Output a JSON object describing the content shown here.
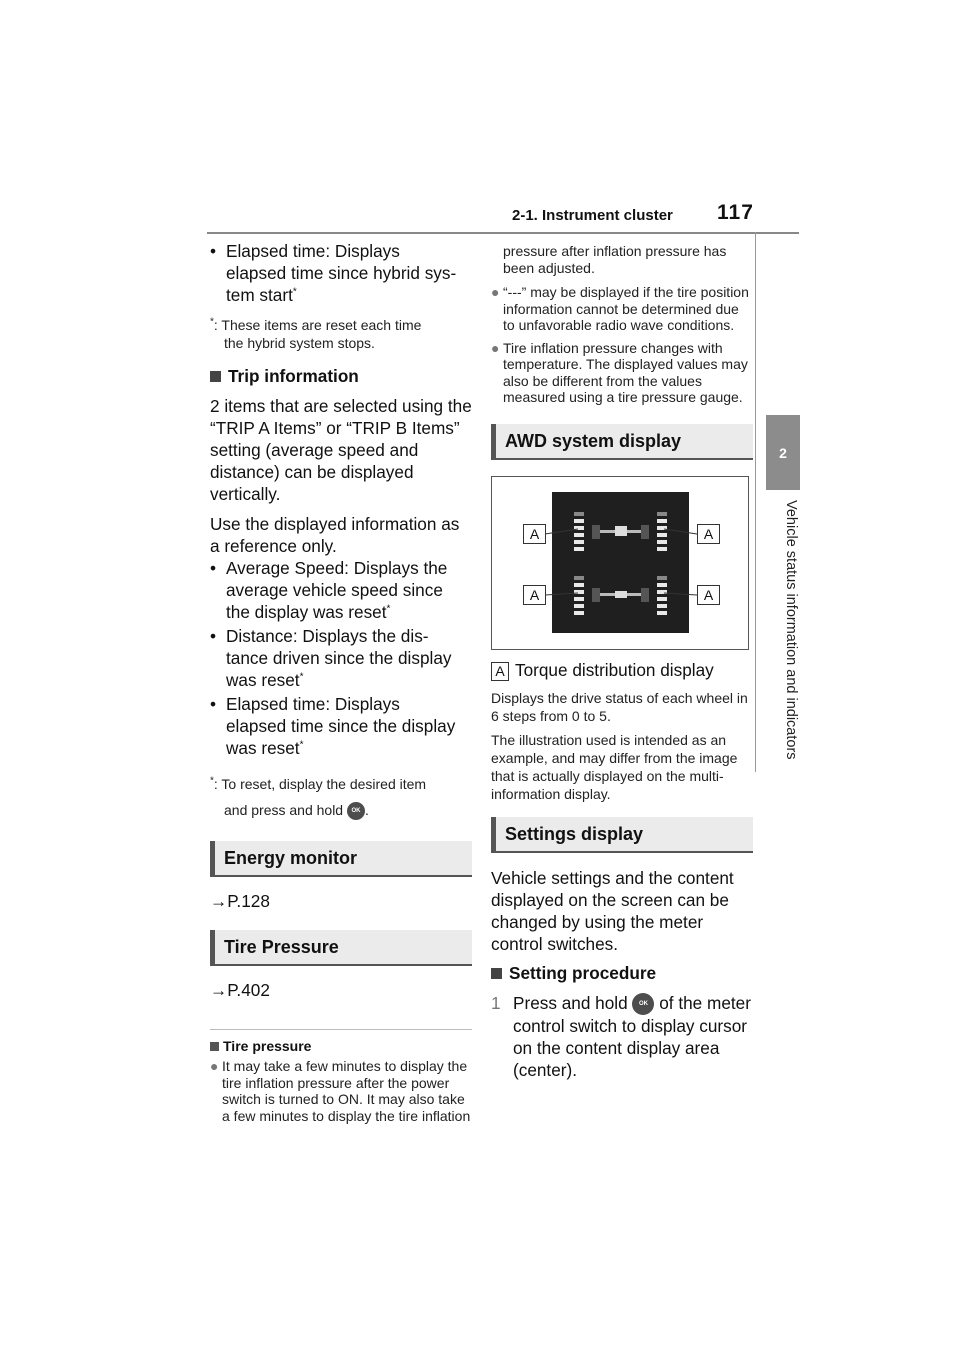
{
  "header": {
    "section": "2-1. Instrument cluster",
    "page_number": "117"
  },
  "side_tab": {
    "chapter_number": "2",
    "chapter_title": "Vehicle status information and indicators"
  },
  "col1": {
    "elapsed_start": {
      "line1": "Elapsed time: Displays",
      "line2": "elapsed time since hybrid sys-",
      "line3": "tem start"
    },
    "reset_note1": {
      "line1": ": These items are reset each time",
      "line2": "the hybrid system stops."
    },
    "trip_heading": "Trip information",
    "trip_p1": "2 items that are selected using the “TRIP A Items” or “TRIP B Items” setting (average speed and distance) can be displayed vertically.",
    "trip_p2": "Use the displayed information as a reference only.",
    "trip_bullets": [
      {
        "line1": "Average Speed: Displays the",
        "line2": "average vehicle speed since",
        "line3": "the display was reset"
      },
      {
        "line1": "Distance: Displays the dis-",
        "line2": "tance driven since the display",
        "line3": "was reset"
      },
      {
        "line1": "Elapsed time: Displays",
        "line2": "elapsed time since the display",
        "line3": "was reset"
      }
    ],
    "reset_note2": {
      "line1": ": To reset, display the desired item",
      "line2a": "and press and hold",
      "line2b": "."
    },
    "energy_heading": "Energy monitor",
    "energy_ref": "P.128",
    "tire_heading": "Tire Pressure",
    "tire_ref": "P.402",
    "tire_note_heading": "Tire pressure",
    "tire_note_bullet": "It may take a few minutes to display the tire inflation pressure after the power switch is turned to ON. It may also take a few minutes to display the tire inflation"
  },
  "col2": {
    "tire_continued": "pressure after inflation pressure has been adjusted.",
    "tire_bullets": [
      "“---” may be displayed if the tire position information cannot be determined due to unfavorable radio wave conditions.",
      "Tire inflation pressure changes with temperature. The displayed values may also be different from the values measured using a tire pressure gauge."
    ],
    "awd_heading": "AWD system display",
    "callout_label": "A",
    "caption": "Torque distribution display",
    "awd_p1": "Displays the drive status of each wheel in 6 steps from 0 to 5.",
    "awd_p2": "The illustration used is intended as an example, and may differ from the image that is actually displayed on the multi-information display.",
    "settings_heading": "Settings display",
    "settings_p1": "Vehicle settings and the content displayed on the screen can be changed by using the meter control switches.",
    "procedure_heading": "Setting procedure",
    "step1": {
      "number": "1",
      "text_a": "Press and hold",
      "text_b": "of the meter control switch to display cursor on the content display area (center)."
    }
  },
  "glyphs": {
    "bullet": "•",
    "asterisk": "*",
    "arrow": "→",
    "circle_bullet": "●",
    "ok_label": "OK"
  },
  "colors": {
    "section_bg": "#ebebeb",
    "section_bar": "#555555",
    "side_tab": "#8c8c8c",
    "screen_bg": "#1f1f1f"
  }
}
